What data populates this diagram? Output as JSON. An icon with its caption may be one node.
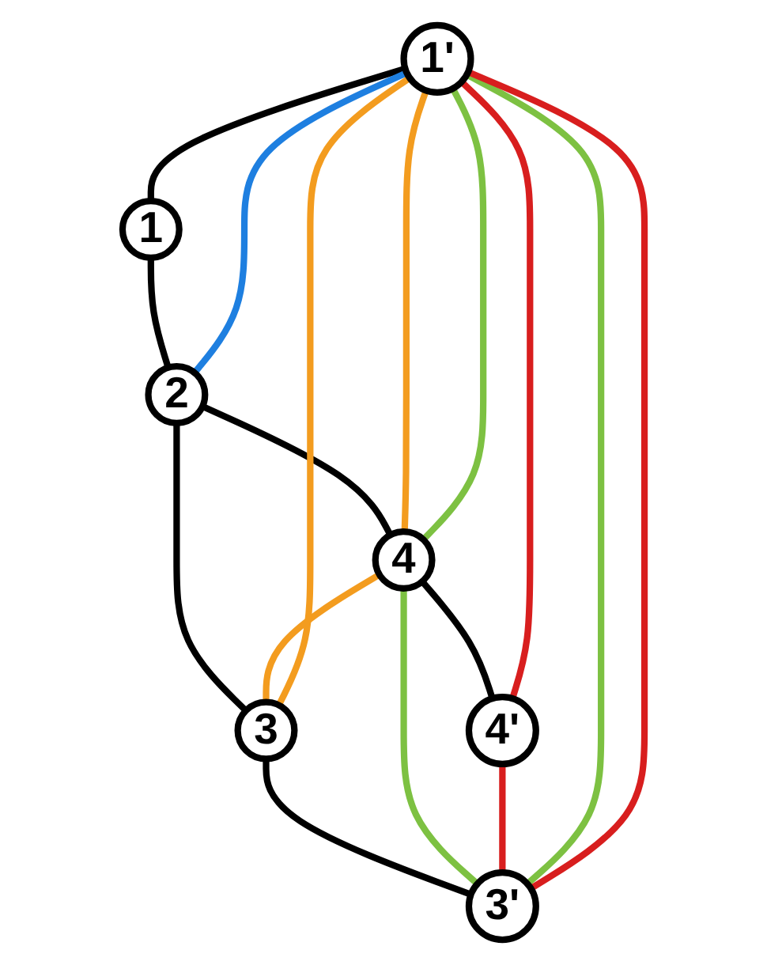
{
  "diagram": {
    "nodes": [
      {
        "text": [
          "1'"
        ]
      },
      {
        "text": [
          "1"
        ]
      },
      {
        "text": [
          "2"
        ]
      },
      {
        "text": [
          "4"
        ]
      },
      {
        "text": [
          "3"
        ]
      },
      {
        "text": [
          "4'"
        ]
      },
      {
        "text": [
          "3'"
        ]
      }
    ],
    "edges": [
      {
        "from": 0,
        "to": 1,
        "arrow": "none"
      },
      {
        "from": 1,
        "to": 2,
        "arrow": "none"
      },
      {
        "from": 2,
        "to": 3,
        "arrow": "none"
      },
      {
        "from": 2,
        "to": 4,
        "arrow": "none"
      },
      {
        "from": 3,
        "to": 5,
        "arrow": "none"
      },
      {
        "from": 4,
        "to": 6,
        "arrow": "none"
      },
      {
        "from": 0,
        "to": 2,
        "arrow": "none",
        "color": "#1e7fe0"
      },
      {
        "from": 0,
        "to": 3,
        "arrow": "none",
        "color": "#f39c1f"
      },
      {
        "from": 3,
        "to": 4,
        "arrow": "none",
        "color": "#f39c1f"
      },
      {
        "from": 4,
        "to": 0,
        "arrow": "none",
        "color": "#f39c1f"
      },
      {
        "from": 0,
        "to": 3,
        "arrow": "none",
        "color": "#7dc142"
      },
      {
        "from": 3,
        "to": 6,
        "arrow": "none",
        "color": "#7dc142"
      },
      {
        "from": 6,
        "to": 0,
        "arrow": "none",
        "color": "#7dc142"
      },
      {
        "from": 0,
        "to": 5,
        "arrow": "none",
        "color": "#d81e1e"
      },
      {
        "from": 5,
        "to": 6,
        "arrow": "none",
        "color": "#d81e1e"
      },
      {
        "from": 6,
        "to": 0,
        "arrow": "none",
        "color": "#d81e1e"
      }
    ]
  }
}
